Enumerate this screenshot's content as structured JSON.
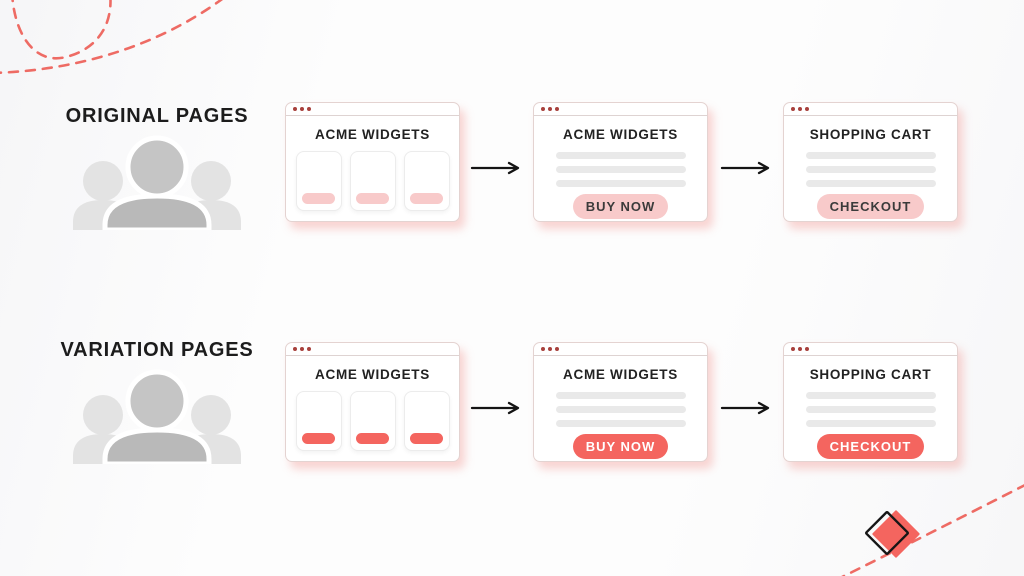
{
  "diagram": {
    "rows": [
      {
        "label": "ORIGINAL PAGES",
        "style": "original",
        "windows": [
          {
            "title": "ACME WIDGETS",
            "kind": "product-grid",
            "card_count": 3
          },
          {
            "title": "ACME WIDGETS",
            "kind": "content",
            "button": "BUY NOW"
          },
          {
            "title": "SHOPPING CART",
            "kind": "content",
            "button": "CHECKOUT"
          }
        ]
      },
      {
        "label": "VARIATION PAGES",
        "style": "variation",
        "windows": [
          {
            "title": "ACME WIDGETS",
            "kind": "product-grid",
            "card_count": 3
          },
          {
            "title": "ACME WIDGETS",
            "kind": "content",
            "button": "BUY NOW"
          },
          {
            "title": "SHOPPING CART",
            "kind": "content",
            "button": "CHECKOUT"
          }
        ]
      }
    ]
  },
  "icons": {
    "audience": "people-group",
    "flow_arrow": "→",
    "window_controls": "three-dots",
    "decoration_top_left": "dashed-loop-curves",
    "decoration_bottom_right": "dashed-arc-with-diamond"
  },
  "colors": {
    "background": "#fdfdfd",
    "accent_red": "#f4655f",
    "muted_pink": "#f8caca",
    "dash_red": "#ee6b64",
    "dot_red": "#a8403c",
    "text_dark": "#222222",
    "placeholder_gray": "#e9e9e9",
    "people_head": "#c5c5c5",
    "people_body": "#b9b9b9",
    "people_light": "#e3e3e3",
    "muted_btn_text": "#3b3b3b"
  }
}
